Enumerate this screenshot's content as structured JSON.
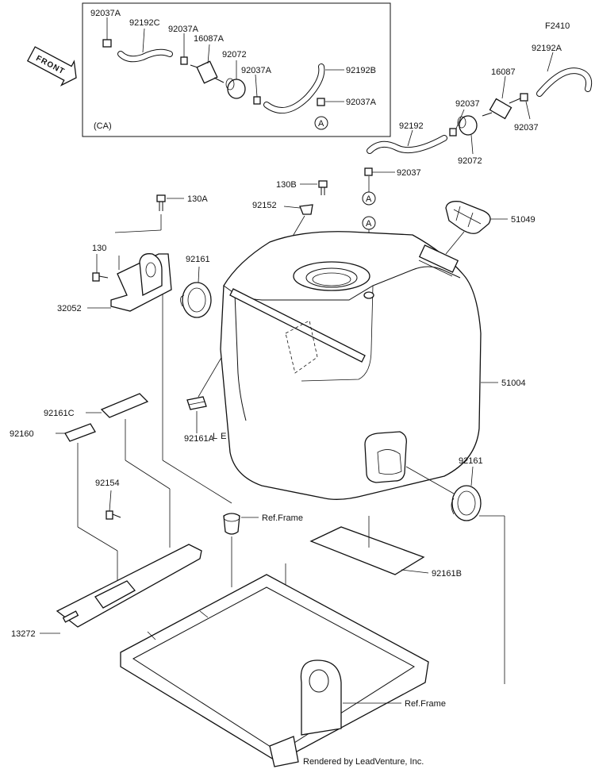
{
  "figure_code": "F2410",
  "front_label": "FRONT",
  "inset_label": "(CA)",
  "watermark": "LEADVENTURE",
  "credit": "Rendered by LeadVenture, Inc.",
  "connector_letter": "A",
  "callouts": {
    "i92037A_1": "92037A",
    "i92192C": "92192C",
    "i92037A_2": "92037A",
    "i16087A": "16087A",
    "i92072": "92072",
    "i92037A_3": "92037A",
    "i92192B": "92192B",
    "i92037A_4": "92037A",
    "p92192A": "92192A",
    "p16087": "16087",
    "p92037_1": "92037",
    "p92192": "92192",
    "p92037_2": "92037",
    "p92072": "92072",
    "p92037_3": "92037",
    "p130B": "130B",
    "p92152": "92152",
    "p130A": "130A",
    "p51049": "51049",
    "p130": "130",
    "p92161_1": "92161",
    "p32052": "32052",
    "p51004": "51004",
    "p92161C": "92161C",
    "p92160": "92160",
    "p92161A": "92161A",
    "p92161_2": "92161",
    "p92154": "92154",
    "pRefFrame_1": "Ref.Frame",
    "p92161B": "92161B",
    "p13272": "13272",
    "pRefFrame_2": "Ref.Frame"
  }
}
